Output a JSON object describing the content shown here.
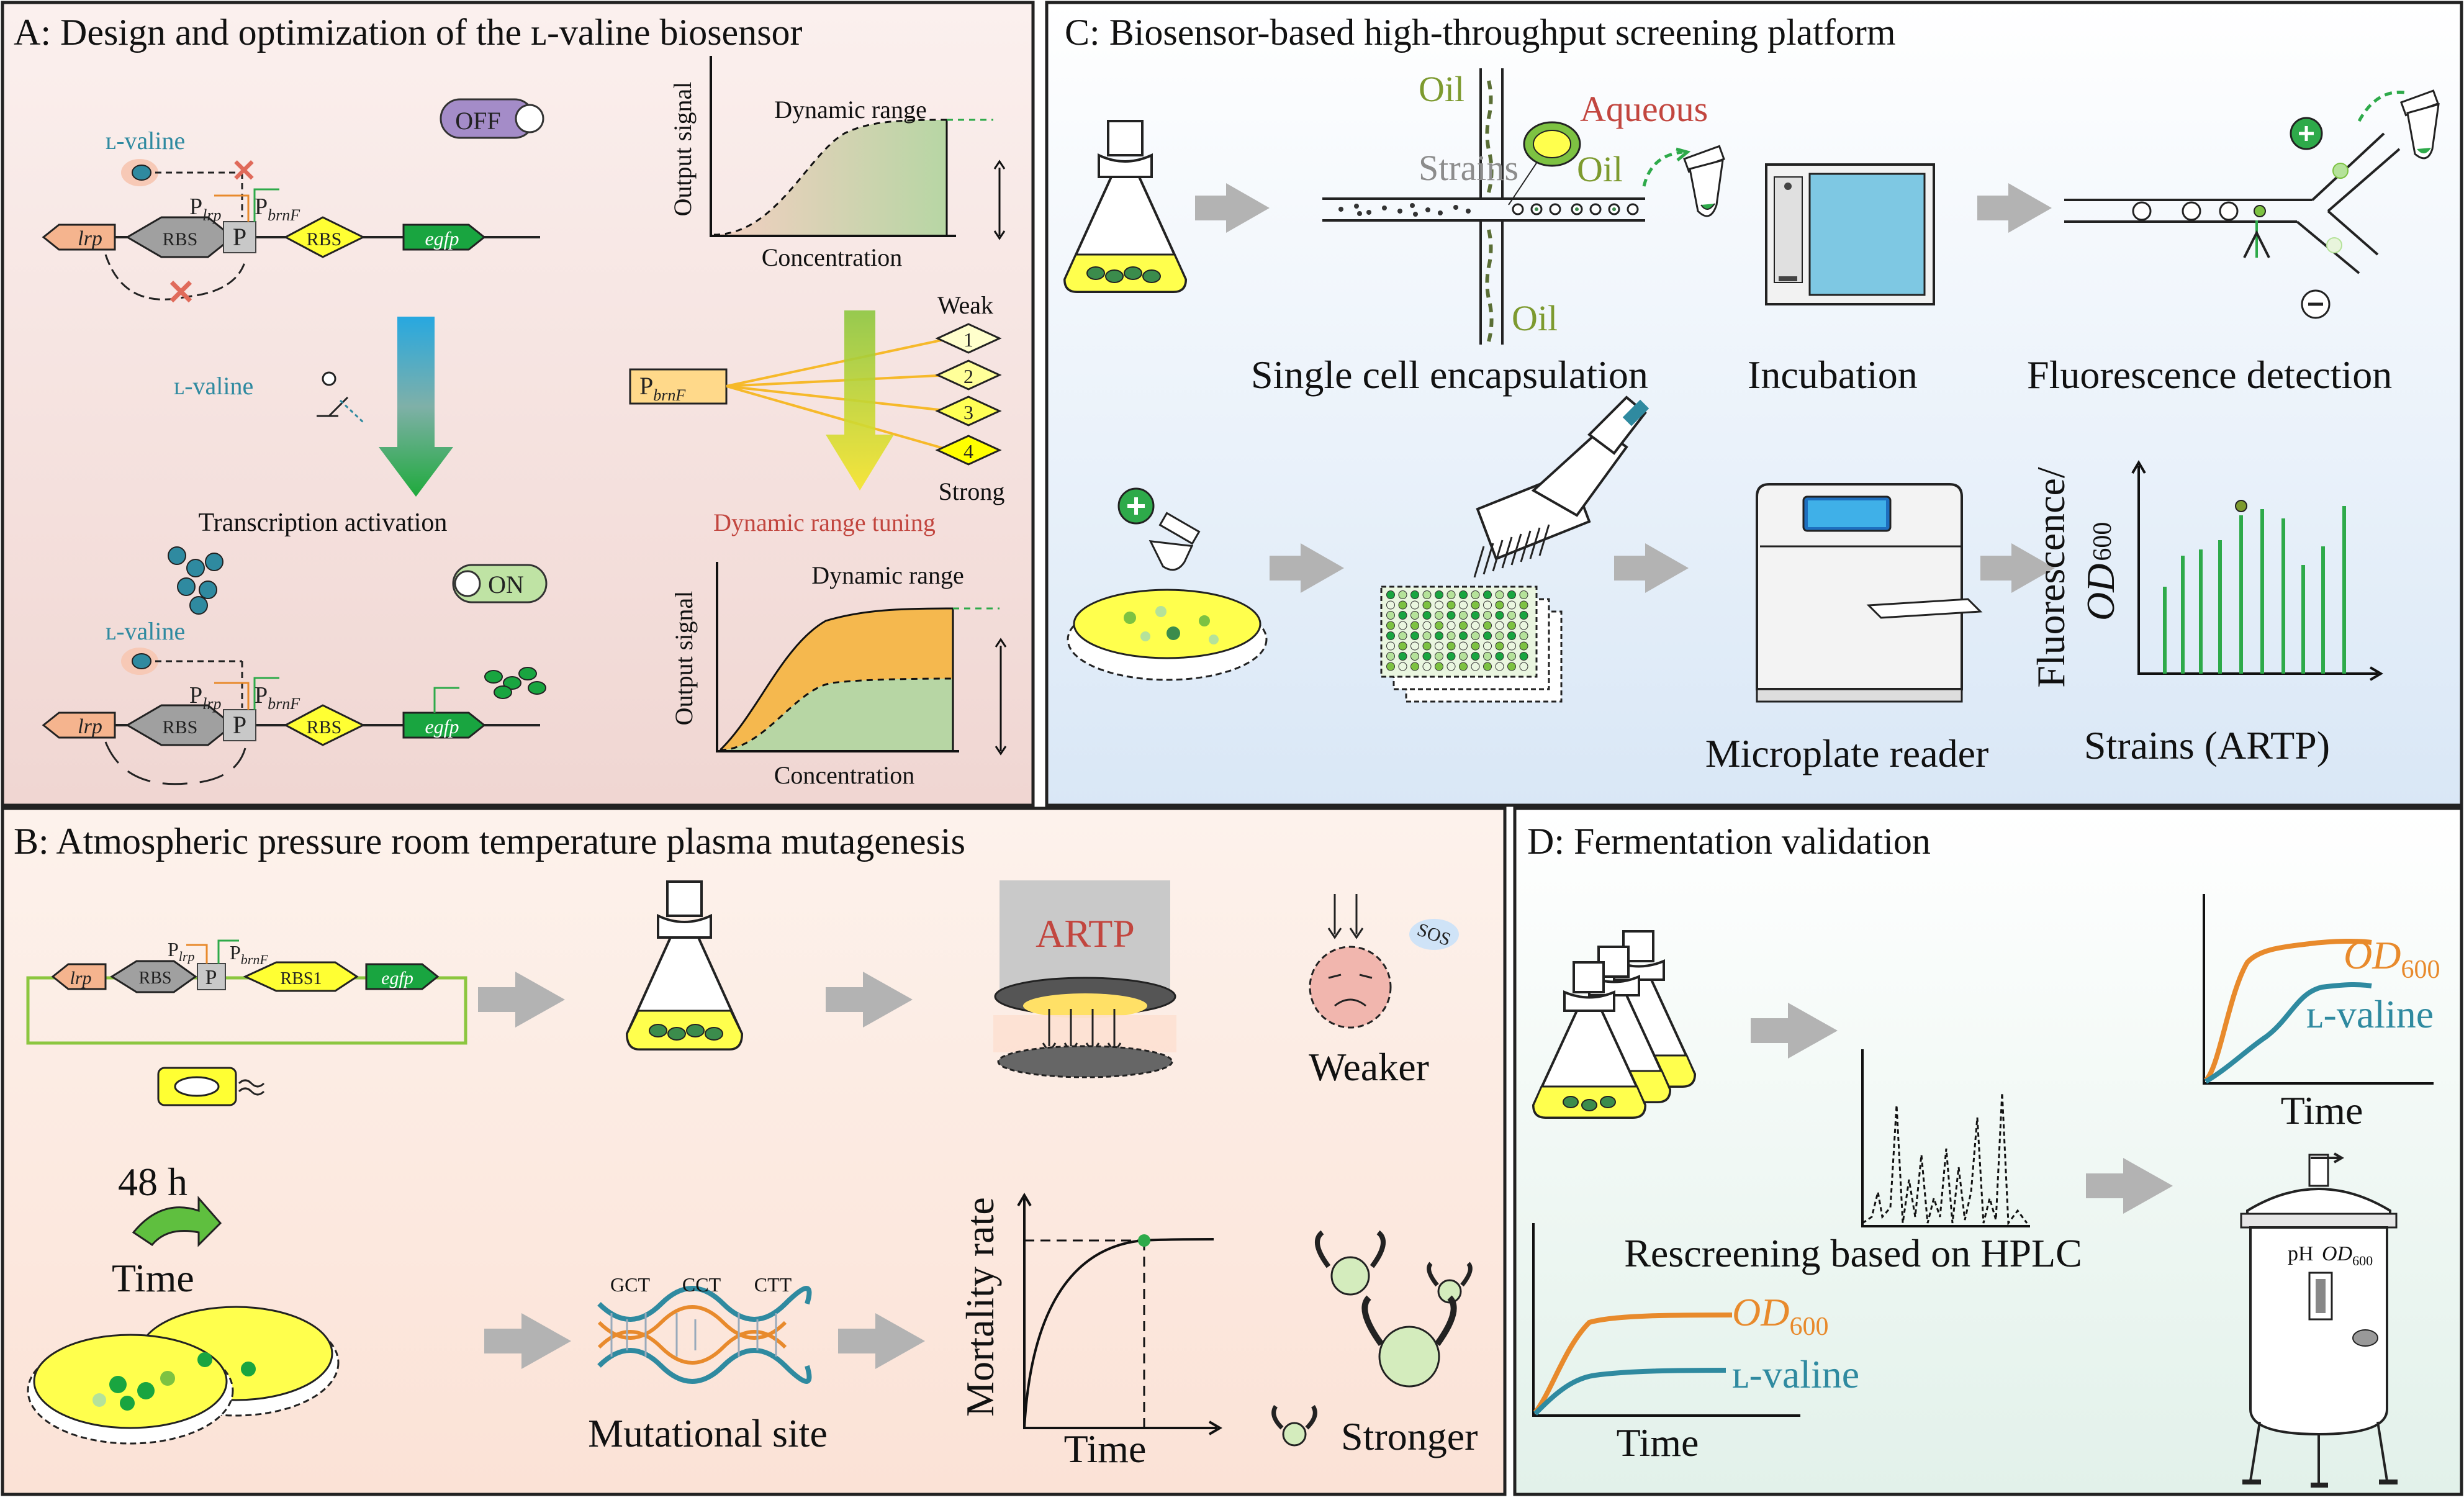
{
  "panels": {
    "A": {
      "title": "A:  Design and optimization of the ʟ-valine biosensor",
      "ligand": "ʟ-valine",
      "off": "OFF",
      "on": "ON",
      "lrp": "lrp",
      "rbs": "RBS",
      "p": "P",
      "p_lrp": "P",
      "p_lrp_sub": "lrp",
      "p_brnf": "P",
      "p_brnf_sub": "brnF",
      "rbs_yellow": "RBS",
      "egfp": "egfp",
      "transcription": "Transcription activation",
      "chart1_title": "Dynamic range",
      "chart2_title": "Dynamic range",
      "ylabel": "Output signal",
      "xlabel": "Concentration",
      "weak": "Weak",
      "strong": "Strong",
      "rbs_levels": [
        "1",
        "2",
        "3",
        "4"
      ],
      "tuning": "Dynamic range tuning"
    },
    "B": {
      "title": "B: Atmospheric pressure room temperature plasma mutagenesis",
      "rbs1": "RBS1",
      "artp": "ARTP",
      "sos": "SOS",
      "weaker": "Weaker",
      "hours": "48 h",
      "time_label": "Time",
      "codons": [
        "GCT",
        "CCT",
        "CTT"
      ],
      "mutational_site": "Mutational site",
      "mortality": "Mortality rate",
      "time_axis": "Time",
      "stronger": "Stronger"
    },
    "C": {
      "title": "C: Biosensor-based  high-throughput screening platform",
      "oil": "Oil",
      "aqueous": "Aqueous",
      "strains": "Strains",
      "single_cell": "Single cell encapsulation",
      "incubation": "Incubation",
      "fluorescence_detection": "Fluorescence detection",
      "microplate": "Microplate reader",
      "ylabel_top": "Fluorescence/",
      "ylabel_od": "OD",
      "ylabel_sub": "600",
      "xlabel": "Strains (ARTP)"
    },
    "D": {
      "title": "D: Fermentation validation",
      "od": "OD",
      "od_sub": "600",
      "valine": "ʟ-valine",
      "time": "Time",
      "rescreening": "Rescreening based on HPLC",
      "ph": "pH"
    }
  },
  "colors": {
    "panelA_bg": "#f6e3e0",
    "panelB_bg": "#fdeee6",
    "panelC_bg": "#e6eff9",
    "panelD_bg": "#eef6f1",
    "orange": "#e88a2c",
    "teal": "#2f8aa0",
    "green": "#2eaa4a",
    "yellow": "#ffff33",
    "red_text": "#c2463f",
    "olive_text": "#7d9a2f"
  },
  "icons": [
    "flask-icon",
    "arrow-right-icon",
    "dna-icon",
    "pipette-icon",
    "incubator-icon",
    "microplate-reader-icon",
    "bioreactor-icon"
  ]
}
